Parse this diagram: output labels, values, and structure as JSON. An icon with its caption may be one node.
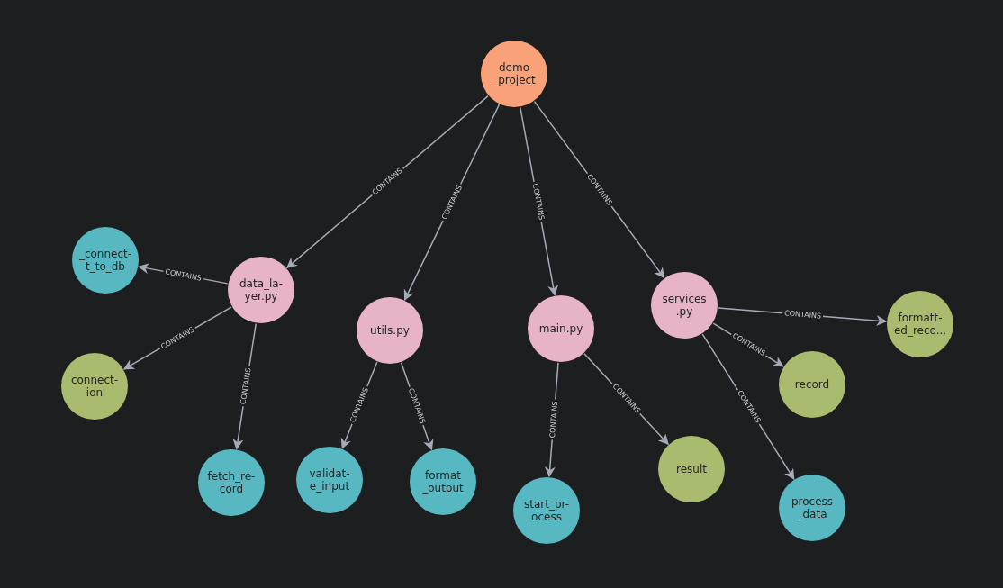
{
  "diagram": {
    "nodes": [
      {
        "text": [
          "demo _project"
        ]
      },
      {
        "text": [
          "data_la- yer.py"
        ]
      },
      {
        "text": [
          "utils.py"
        ]
      },
      {
        "text": [
          "main.py"
        ]
      },
      {
        "text": [
          "services .py"
        ]
      },
      {
        "text": [
          "_connect- t_to_db"
        ]
      },
      {
        "text": [
          "connect- ion"
        ]
      },
      {
        "text": [
          "fetch_re- cord"
        ]
      },
      {
        "text": [
          "validat- e_input"
        ]
      },
      {
        "text": [
          "format _output"
        ]
      },
      {
        "text": [
          "start_pr- ocess"
        ]
      },
      {
        "text": [
          "result"
        ]
      },
      {
        "text": [
          "formatt- ed_reco..."
        ]
      },
      {
        "text": [
          "record"
        ]
      },
      {
        "text": [
          "process _data"
        ]
      }
    ],
    "edges": [
      {
        "from": 0,
        "to": 1,
        "arrow": "to",
        "label": "CONTAINS"
      },
      {
        "from": 0,
        "to": 2,
        "arrow": "to",
        "label": "CONTAINS"
      },
      {
        "from": 0,
        "to": 3,
        "arrow": "to",
        "label": "CONTAINS"
      },
      {
        "from": 0,
        "to": 4,
        "arrow": "to",
        "label": "CONTAINS"
      },
      {
        "from": 1,
        "to": 5,
        "arrow": "to",
        "label": "CONTAINS"
      },
      {
        "from": 1,
        "to": 6,
        "arrow": "to",
        "label": "CONTAINS"
      },
      {
        "from": 1,
        "to": 7,
        "arrow": "to",
        "label": "CONTAINS"
      },
      {
        "from": 2,
        "to": 8,
        "arrow": "to",
        "label": "CONTAINS"
      },
      {
        "from": 2,
        "to": 9,
        "arrow": "to",
        "label": "CONTAINS"
      },
      {
        "from": 3,
        "to": 10,
        "arrow": "to",
        "label": "CONTAINS"
      },
      {
        "from": 3,
        "to": 11,
        "arrow": "to",
        "label": "CONTAINS"
      },
      {
        "from": 4,
        "to": 12,
        "arrow": "to",
        "label": "CONTAINS"
      },
      {
        "from": 4,
        "to": 13,
        "arrow": "to",
        "label": "CONTAINS"
      },
      {
        "from": 4,
        "to": 14,
        "arrow": "to",
        "label": "CONTAINS"
      }
    ]
  }
}
